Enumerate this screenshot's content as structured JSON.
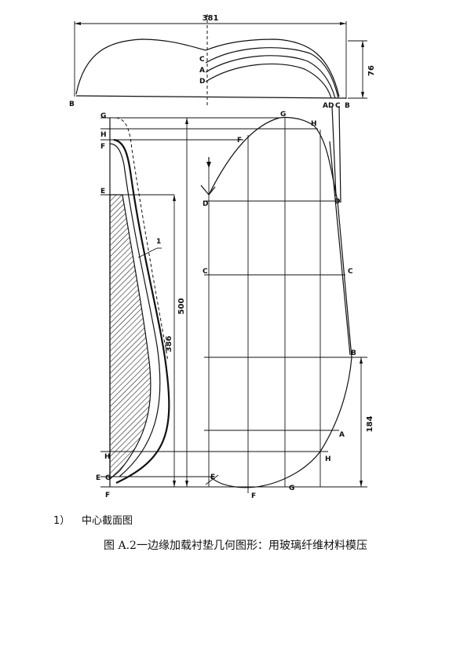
{
  "dimensions": {
    "width_top": "381",
    "height_top": "76",
    "height_front": "500",
    "height_inner": "386",
    "height_lower": "184"
  },
  "labels": {
    "B": "B",
    "C": "C",
    "A": "A",
    "D": "D",
    "AD": "AD",
    "G": "G",
    "H": "H",
    "F": "F",
    "E": "E",
    "callout": "1"
  },
  "subheading": {
    "number": "1）",
    "text": "中心截面图"
  },
  "caption": "图 A.2一边缘加载衬垫几何图形：用玻璃纤维材料模压"
}
